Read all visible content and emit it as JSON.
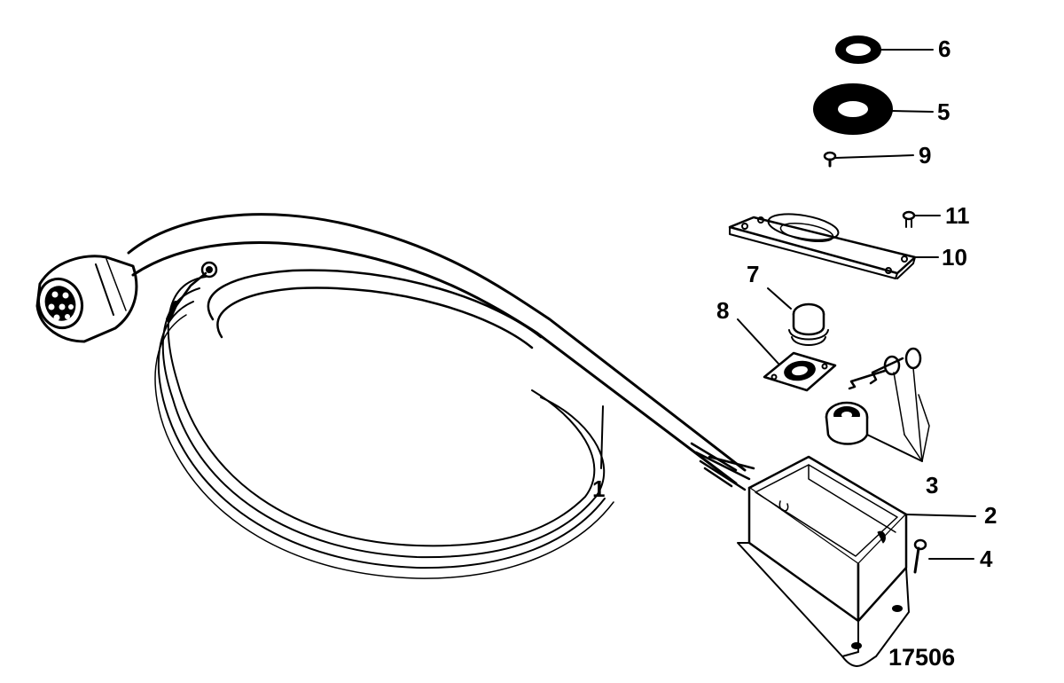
{
  "callouts": {
    "c1": "1",
    "c2": "2",
    "c3": "3",
    "c4": "4",
    "c5": "5",
    "c6": "6",
    "c7": "7",
    "c8": "8",
    "c9": "9",
    "c10": "10",
    "c11": "11"
  },
  "figure_number": "17506",
  "colors": {
    "line": "#000000",
    "fill": "#ffffff",
    "shade": "#000000"
  }
}
